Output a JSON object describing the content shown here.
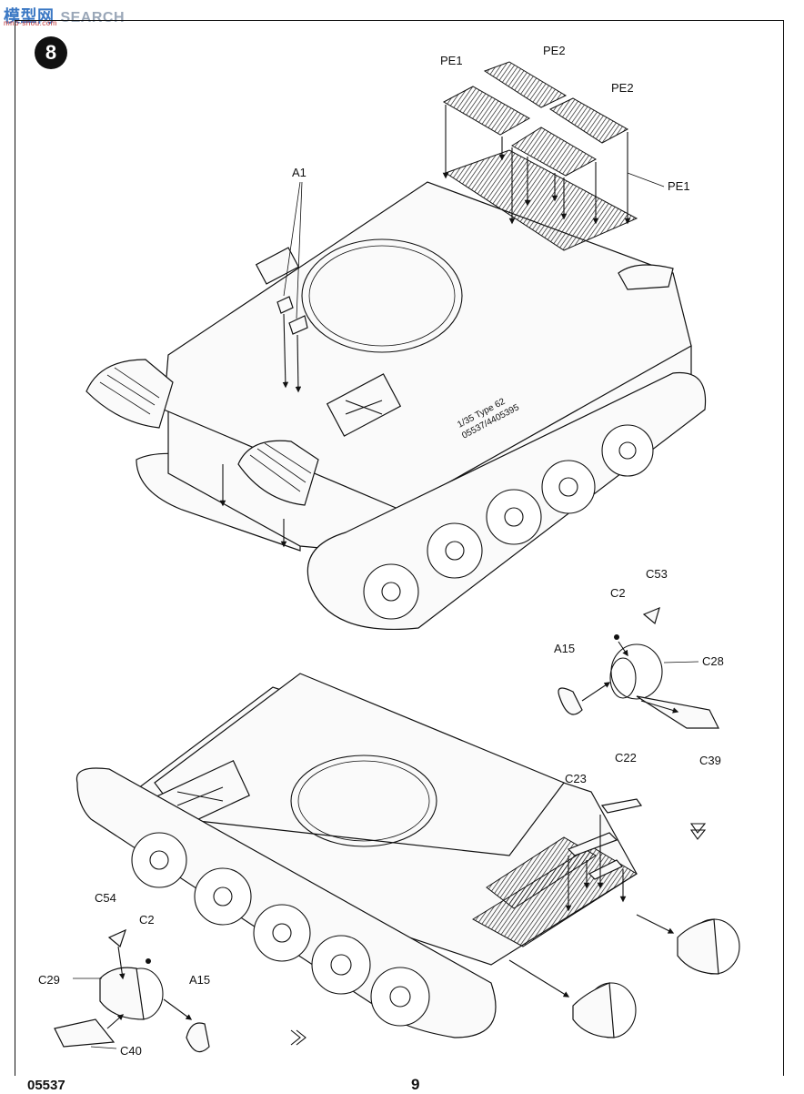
{
  "watermark": {
    "cn": "模型网",
    "text": "SEARCH",
    "sub": "mno-shou.com"
  },
  "step": {
    "number": "8"
  },
  "labels": {
    "pe1_top": "PE1",
    "pe2_top": "PE2",
    "pe2_right": "PE2",
    "pe1_right": "PE1",
    "a1": "A1",
    "c53": "C53",
    "c2_upper": "C2",
    "a15_upper": "A15",
    "c28": "C28",
    "c39": "C39",
    "c22": "C22",
    "c23": "C23",
    "c54": "C54",
    "c2_lower": "C2",
    "c29": "C29",
    "a15_lower": "A15",
    "c40": "C40"
  },
  "hull_markings": {
    "line1": "1/35  Type 62",
    "line2": "05537/4405395"
  },
  "footer": {
    "code": "05537",
    "page": "9"
  }
}
